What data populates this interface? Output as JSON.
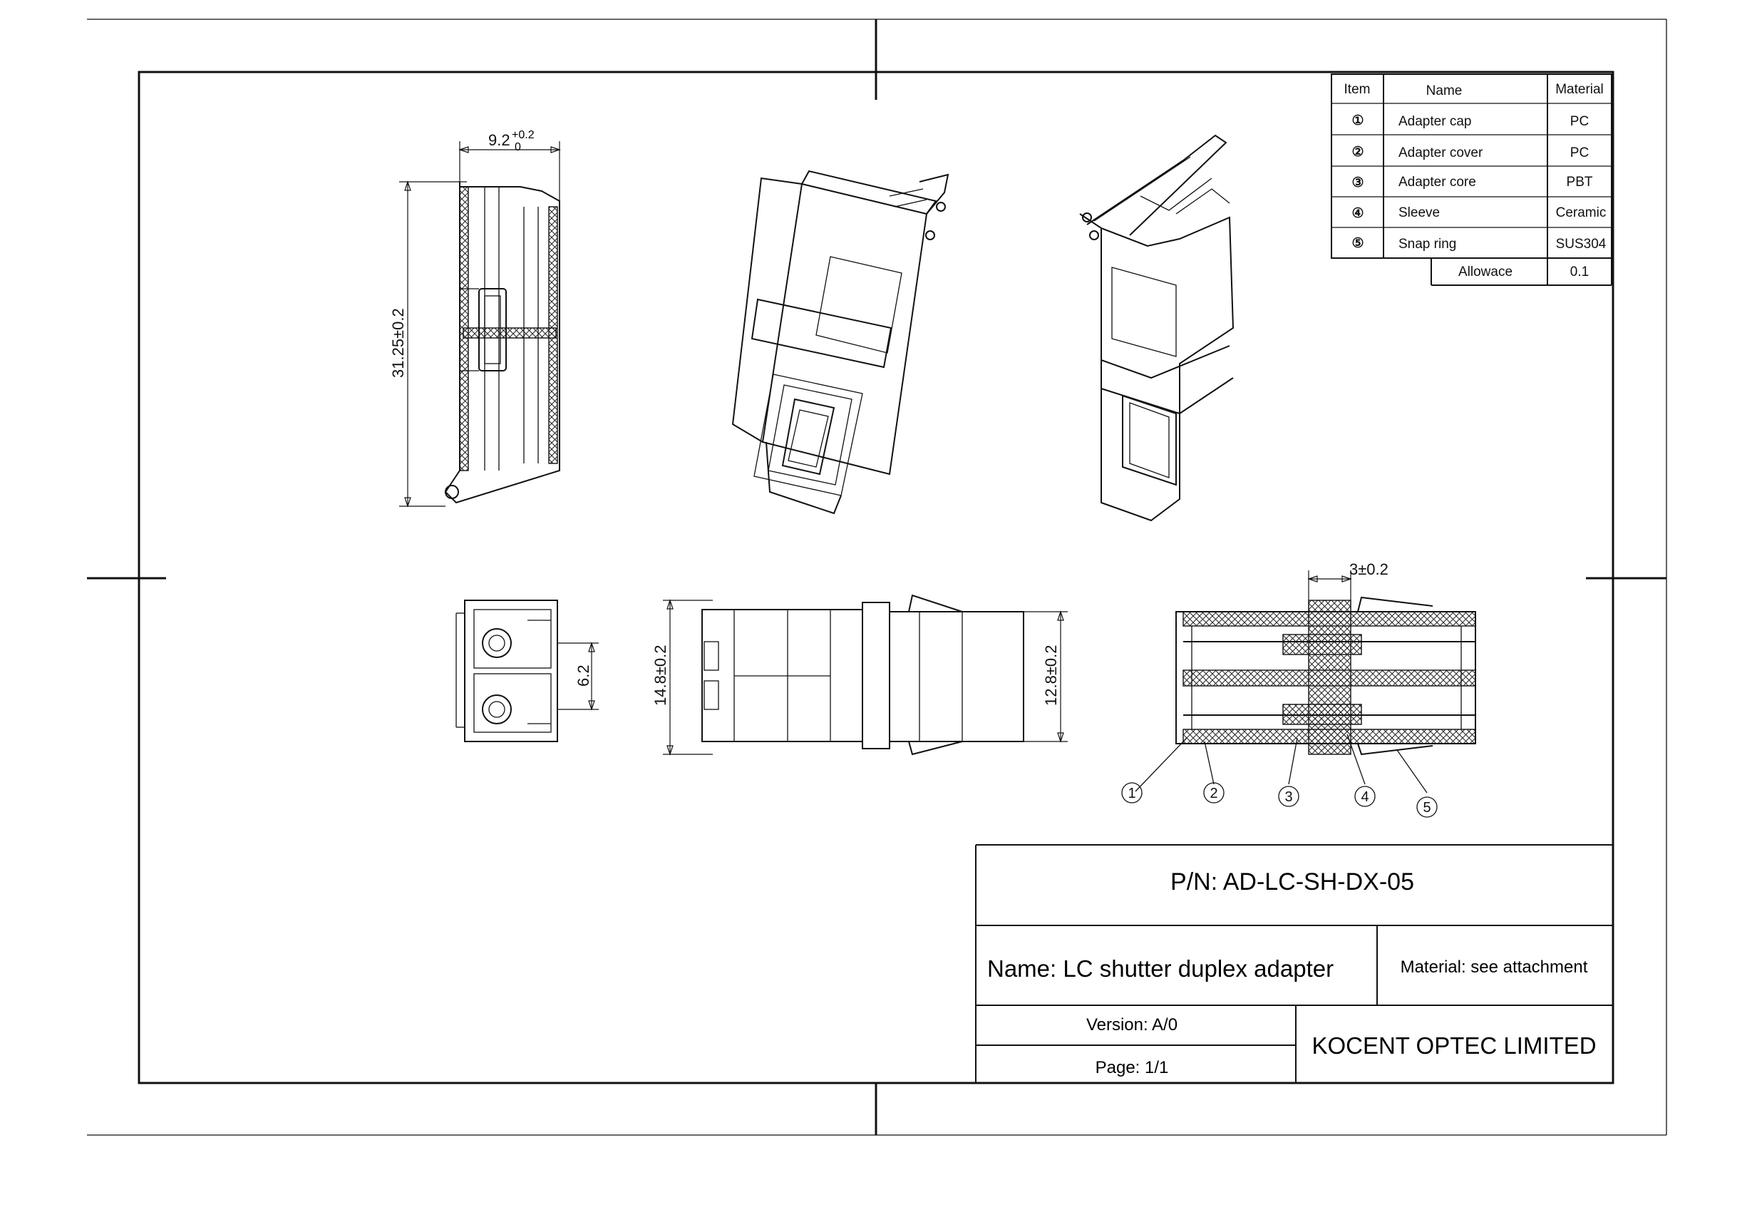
{
  "bom": {
    "headers": {
      "item": "Item",
      "name": "Name",
      "material": "Material"
    },
    "rows": [
      {
        "num": "①",
        "name": "Adapter cap",
        "material": "PC"
      },
      {
        "num": "②",
        "name": "Adapter cover",
        "material": "PC"
      },
      {
        "num": "③",
        "name": "Adapter core",
        "material": "PBT"
      },
      {
        "num": "④",
        "name": "Sleeve",
        "material": "Ceramic"
      },
      {
        "num": "⑤",
        "name": "Snap ring",
        "material": "SUS304"
      }
    ],
    "allowance_label": "Allowace",
    "allowance_value": "0.1"
  },
  "title_block": {
    "pn": "P/N: AD-LC-SH-DX-05",
    "name": "Name:  LC shutter duplex adapter",
    "material": "Material: see attachment",
    "version": "Version:  A/0",
    "page": "Page: 1/1",
    "company": "KOCENT OPTEC LIMITED"
  },
  "dimensions": {
    "width_top": "9.2",
    "width_tol_upper": "+0.2",
    "width_tol_lower": "0",
    "height_side": "31.25±0.2",
    "pitch": "6.2",
    "height_front": "14.8±0.2",
    "height_back": "12.8±0.2",
    "flange": "3±0.2"
  },
  "callouts": [
    "1",
    "2",
    "3",
    "4",
    "5"
  ]
}
